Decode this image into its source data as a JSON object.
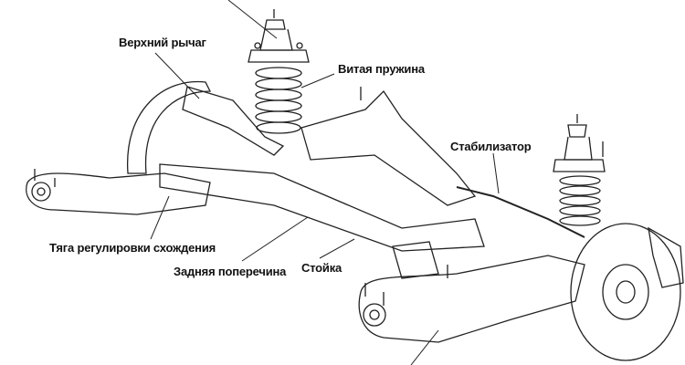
{
  "labels": {
    "upper_arm": "Верхний рычаг",
    "coil_spring": "Витая пружина",
    "stabilizer": "Стабилизатор",
    "toe_link": "Тяга регулировки схождения",
    "rear_crossmember": "Задняя поперечина",
    "strut": "Стойка"
  }
}
